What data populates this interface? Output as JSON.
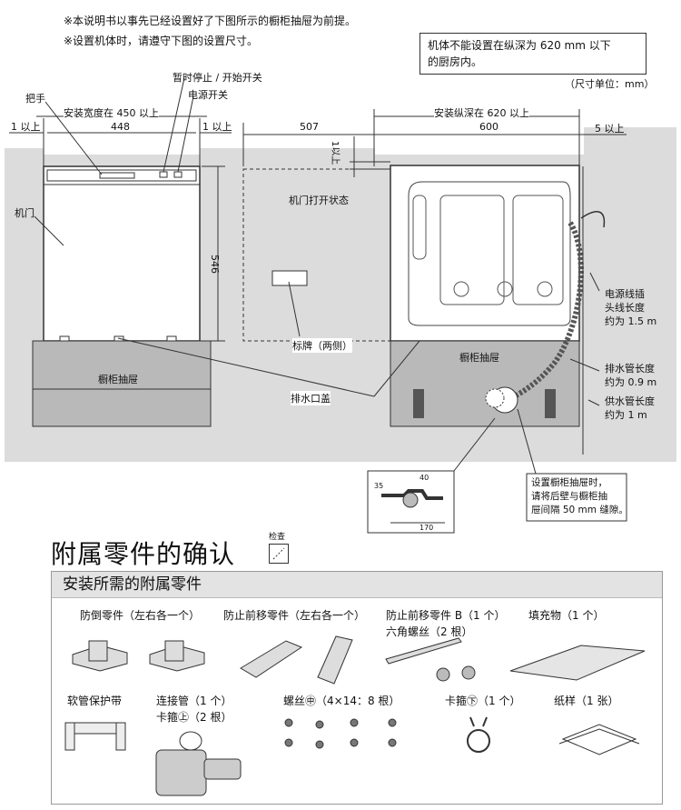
{
  "notes": {
    "line1": "※本说明书以事先已经设置好了下图所示的橱柜抽屉为前提。",
    "line2": "※设置机体时，请遵守下图的设置尺寸。"
  },
  "depth_box": {
    "line1": "机体不能设置在纵深为 620 mm 以下",
    "line2": "的厨房内。"
  },
  "unit_note": "（尺寸单位：mm）",
  "front_view": {
    "pause_start": "暂时停止 / 开始开关",
    "power_switch": "电源开关",
    "handle": "把手",
    "width_req": "安装宽度在 450 以上",
    "left_gap": "1 以上",
    "width_448": "448",
    "right_gap": "1 以上",
    "door": "机门",
    "height_546": "546",
    "drawer": "橱柜抽屉"
  },
  "side_view": {
    "dim_507": "507",
    "top_gap": "1以上",
    "depth_req": "安装纵深在 620 以上",
    "dim_600": "600",
    "back_gap": "5 以上",
    "door_open": "机门打开状态",
    "nameplate": "标牌（两侧）",
    "drain_cover": "排水口盖",
    "drawer": "橱柜抽屉",
    "power_cord_1": "电源线插",
    "power_cord_2": "头线长度",
    "power_cord_3": "约为 1.5 m",
    "drain_hose_1": "排水管长度",
    "drain_hose_2": "约为 0.9 m",
    "supply_hose_1": "供水管长度",
    "supply_hose_2": "约为 1 m",
    "instruction_1": "设置橱柜抽屉时，",
    "instruction_2": "请将后壁与橱柜抽",
    "instruction_3": "屉间隔 50 mm 缝隙。"
  },
  "detail": {
    "d1": "40",
    "d2": "35",
    "d3": "170"
  },
  "accessories": {
    "title": "附属零件的确认",
    "check": "检查",
    "panel_title": "安装所需的附属零件",
    "items_row1": [
      {
        "label": "防倒零件（左右各一个）"
      },
      {
        "label": "防止前移零件（左右各一个）"
      },
      {
        "label": "防止前移零件 B（1 个）"
      },
      {
        "label": "填充物（1 个）"
      }
    ],
    "hex_bolt": "六角螺丝（2 根）",
    "items_row2": [
      {
        "label": "软管保护带"
      },
      {
        "label": "连接管（1 个）"
      },
      {
        "label": "螺丝㊥（4×14：8 根）"
      },
      {
        "label": "卡箍㊦（1 个）"
      },
      {
        "label": "纸样（1 张）"
      }
    ],
    "clamp_large": "卡箍㊤（2 根）"
  }
}
